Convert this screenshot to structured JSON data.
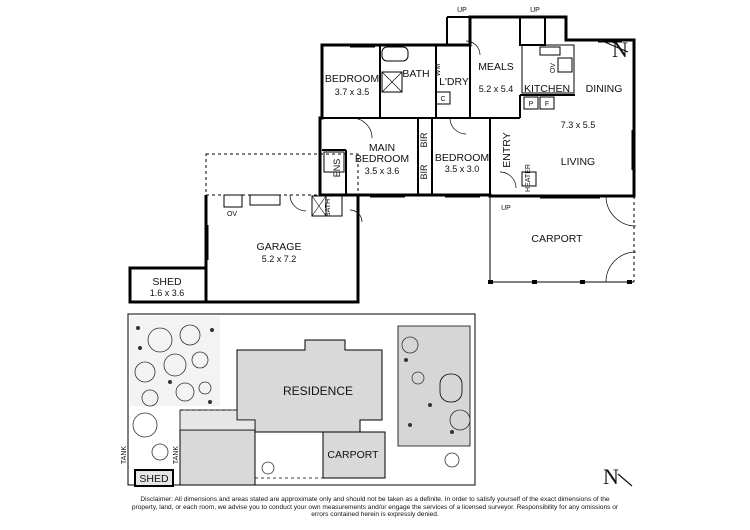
{
  "floor_plan": {
    "rooms": [
      {
        "name": "BEDROOM",
        "size": "3.7 x 3.5"
      },
      {
        "name": "BATH"
      },
      {
        "name": "L'DRY"
      },
      {
        "name": "MEALS",
        "size": "5.2 x 5.4"
      },
      {
        "name": "KITCHEN"
      },
      {
        "name": "DINING"
      },
      {
        "name": "MAIN",
        "name2": "BEDROOM",
        "size": "3.5 x 3.6"
      },
      {
        "name": "ENS"
      },
      {
        "name": "BIR"
      },
      {
        "name": "BIR"
      },
      {
        "name": "BEDROOM",
        "size": "3.5 x 3.0"
      },
      {
        "name": "ENTRY"
      },
      {
        "name": "LIVING",
        "size": "7.3 x 5.5"
      },
      {
        "name": "GARAGE",
        "size": "5.2 x 7.2"
      },
      {
        "name": "CARPORT"
      },
      {
        "name": "SHED",
        "size": "1.6 x 3.6"
      }
    ],
    "fixtures": {
      "wm": "WM",
      "c": "C",
      "p": "P",
      "f": "F",
      "ov": "OV",
      "heater": "HEATER",
      "bath": "BATH"
    },
    "up_labels": [
      "UP",
      "UP",
      "UP"
    ]
  },
  "site_plan": {
    "residence": "RESIDENCE",
    "carport": "CARPORT",
    "shed": "SHED",
    "tank": "TANK"
  },
  "north": "N",
  "disclaimer": "Disclaimer: All dimensions and areas stated are approximate only and should not be taken as a definite. In order to satisfy yourself of the exact dimensions of the property, land, or each room, we advise you to conduct your own measurements and/or engage the services of a licensed surveyor. Responsibility for any omissions or errors contained herein is expressly denied."
}
